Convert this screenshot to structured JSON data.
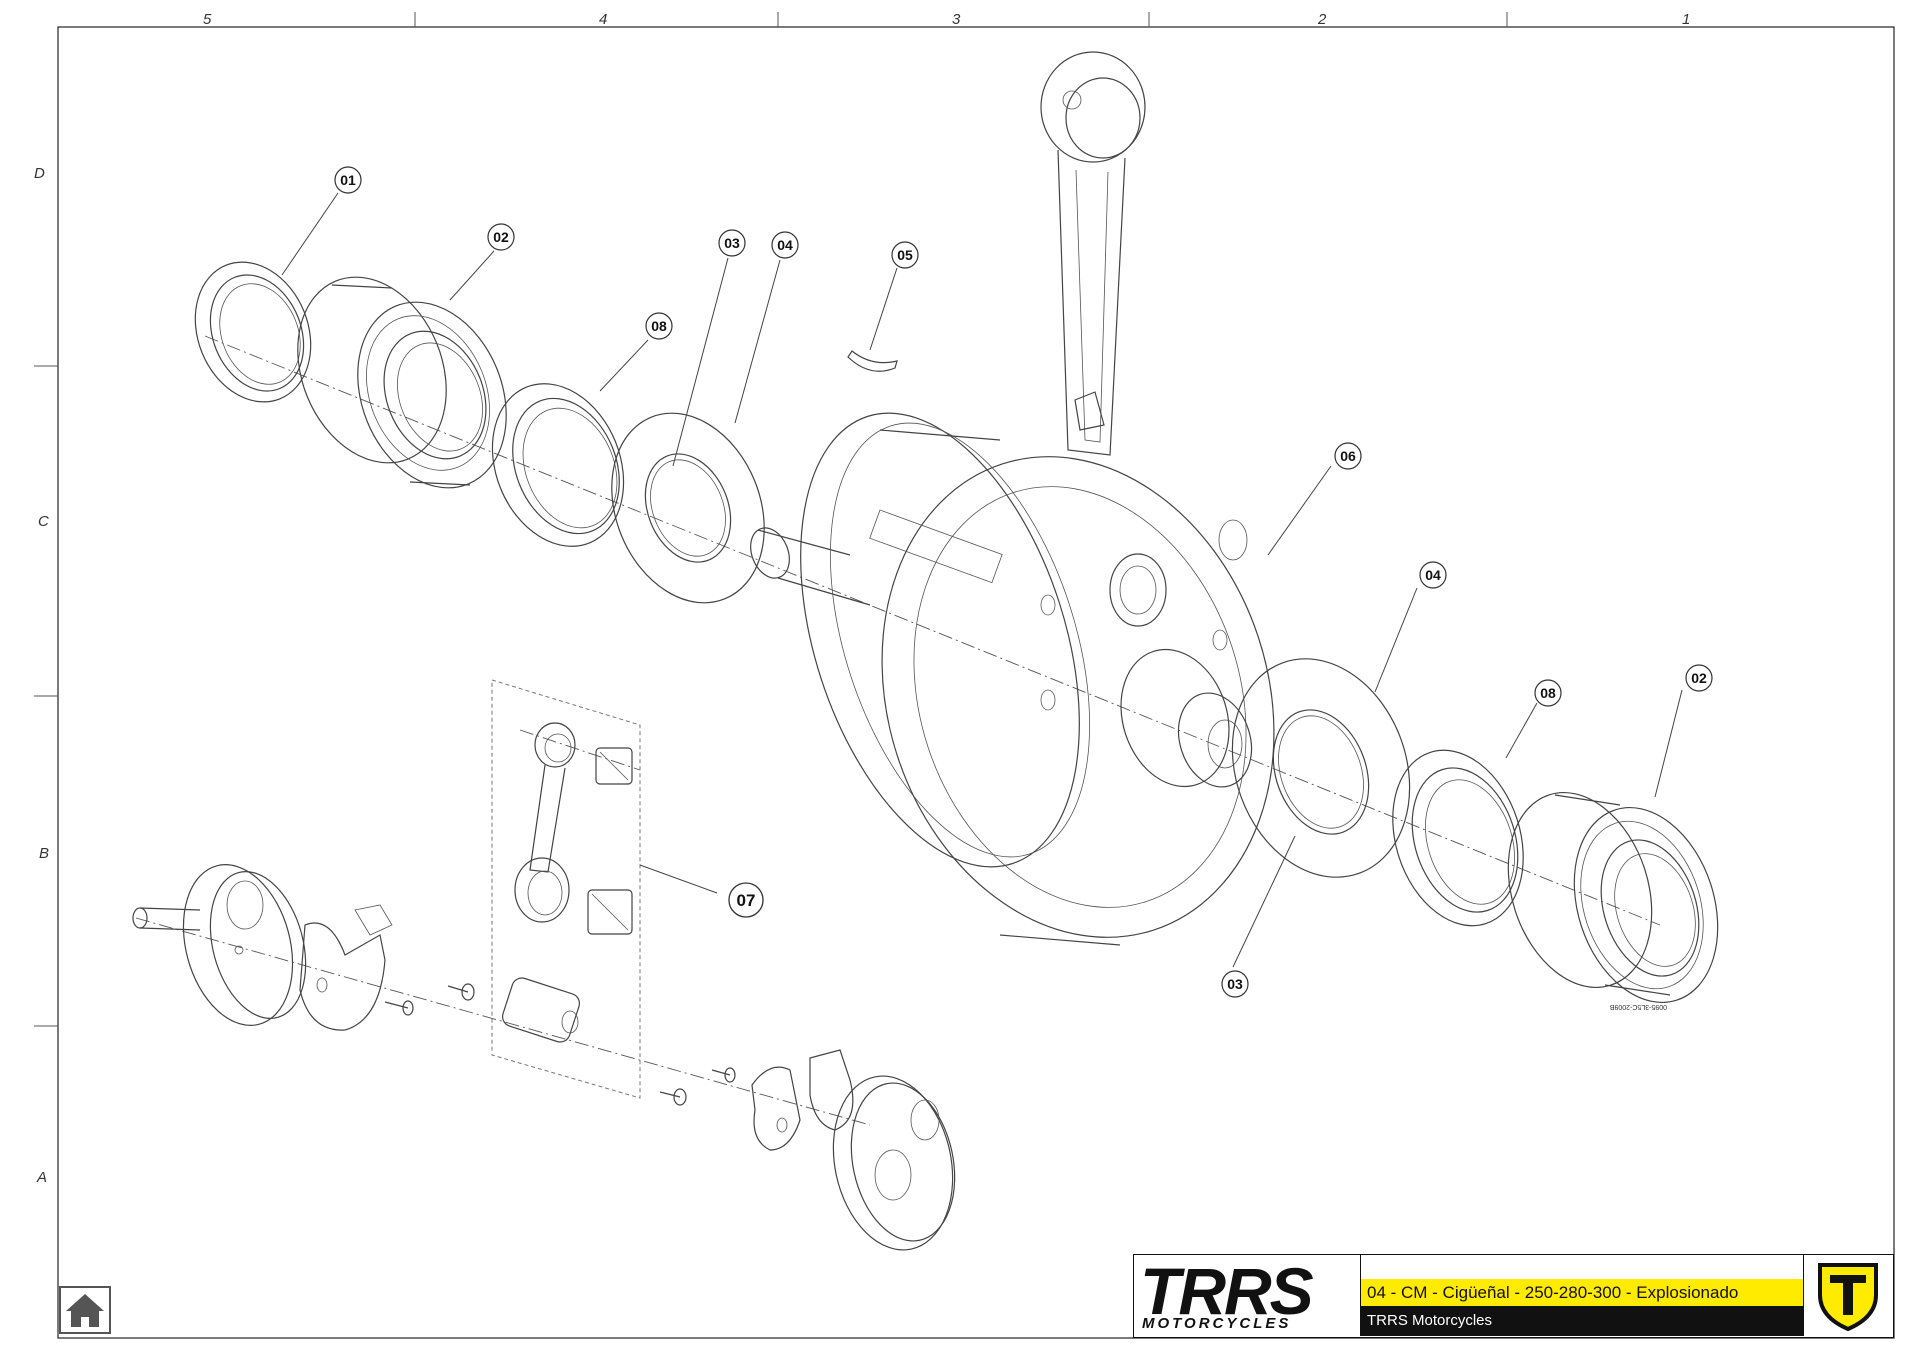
{
  "frame": {
    "columns": [
      "5",
      "4",
      "3",
      "2",
      "1"
    ],
    "rows": [
      "D",
      "C",
      "B",
      "A"
    ]
  },
  "callouts": [
    {
      "id": "c01",
      "label": "01"
    },
    {
      "id": "c02a",
      "label": "02"
    },
    {
      "id": "c03a",
      "label": "03"
    },
    {
      "id": "c04a",
      "label": "04"
    },
    {
      "id": "c05",
      "label": "05"
    },
    {
      "id": "c08a",
      "label": "08"
    },
    {
      "id": "c06",
      "label": "06"
    },
    {
      "id": "c04b",
      "label": "04"
    },
    {
      "id": "c08b",
      "label": "08"
    },
    {
      "id": "c02b",
      "label": "02"
    },
    {
      "id": "c03b",
      "label": "03"
    },
    {
      "id": "c07",
      "label": "07"
    }
  ],
  "title_block": {
    "logo_main": "TRRS",
    "logo_sub": "MOTORCYCLES",
    "drawing_title": "04 - CM - Cigüeñal - 250-280-300 - Explosionado",
    "company": "TRRS Motorcycles"
  },
  "part_marking": "0095-3L5C-2009B",
  "icons": {
    "home": "home-icon",
    "brand": "trrs-shield-logo"
  },
  "colors": {
    "title_bar": "#ffeb00",
    "subtitle_bar": "#111111",
    "line": "#444444"
  }
}
